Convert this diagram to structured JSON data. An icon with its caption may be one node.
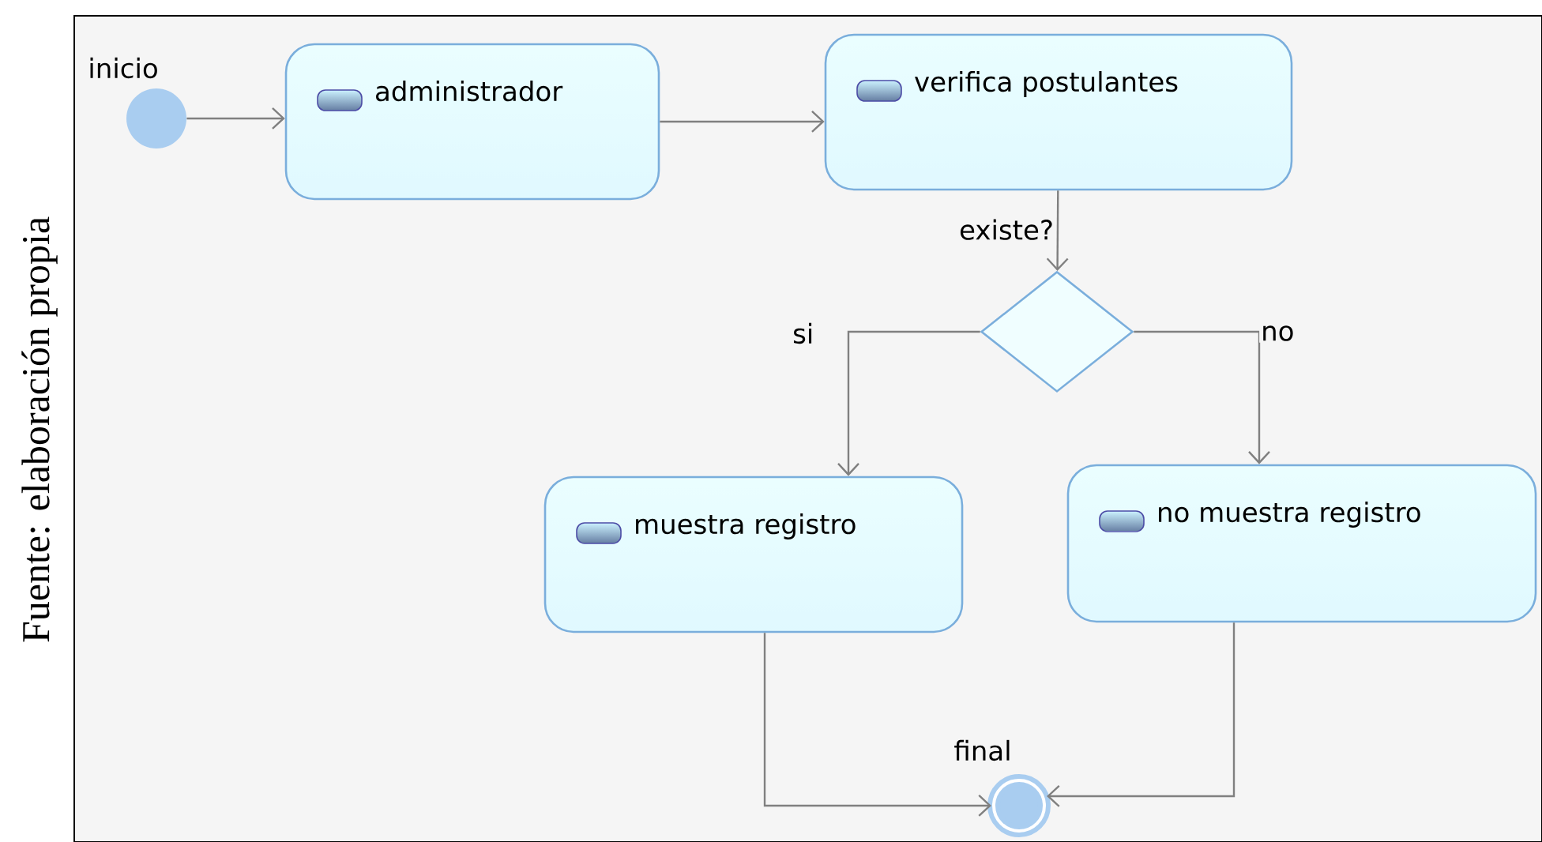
{
  "diagram": {
    "caption": "Fuente: elaboración propia",
    "nodes": [
      {
        "text": [],
        "shape": "circle",
        "beside": [
          "inicio"
        ]
      },
      {
        "text": [
          "administrador"
        ]
      },
      {
        "text": [
          "verifica postulantes"
        ]
      },
      {
        "text": [],
        "shape": "diamond"
      },
      {
        "text": [
          "muestra registro"
        ]
      },
      {
        "text": [
          "no muestra registro"
        ]
      },
      {
        "text": [],
        "shape": "circle",
        "beside": [
          "final"
        ]
      }
    ],
    "edges": [
      {
        "from": 0,
        "to": 1,
        "arrow": "to"
      },
      {
        "from": 1,
        "to": 2,
        "arrow": "to"
      },
      {
        "from": 2,
        "to": 3,
        "arrow": "to",
        "label": "existe?"
      },
      {
        "from": 3,
        "to": 4,
        "arrow": "to",
        "label": "si"
      },
      {
        "from": 3,
        "to": 5,
        "arrow": "to",
        "label": "no"
      },
      {
        "from": 4,
        "to": 6,
        "arrow": "to"
      },
      {
        "from": 5,
        "to": 6,
        "arrow": "to"
      }
    ]
  }
}
